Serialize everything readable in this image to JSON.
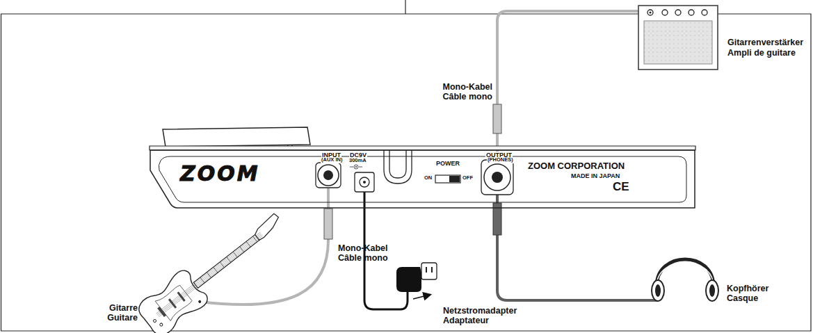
{
  "diagram": {
    "nodes": [
      {
        "text": [
          "ZOOM",
          "INPUT",
          "(AUX IN)",
          "DC9V",
          "300mA",
          "POWER",
          "ON",
          "OFF",
          "OUTPUT",
          "(PHONES)",
          "ZOOM CORPORATION",
          "MADE IN JAPAN",
          "CE"
        ]
      }
    ],
    "labels": [
      "Gitarrenverstärker",
      "Ampli de guitare",
      "Mono-Kabel",
      "Câble mono",
      "Mono-Kabel",
      "Câble mono",
      "Gitarre",
      "Guitare",
      "Netzstromadapter",
      "Adaptateur",
      "Kopfhörer",
      "Casque"
    ]
  }
}
